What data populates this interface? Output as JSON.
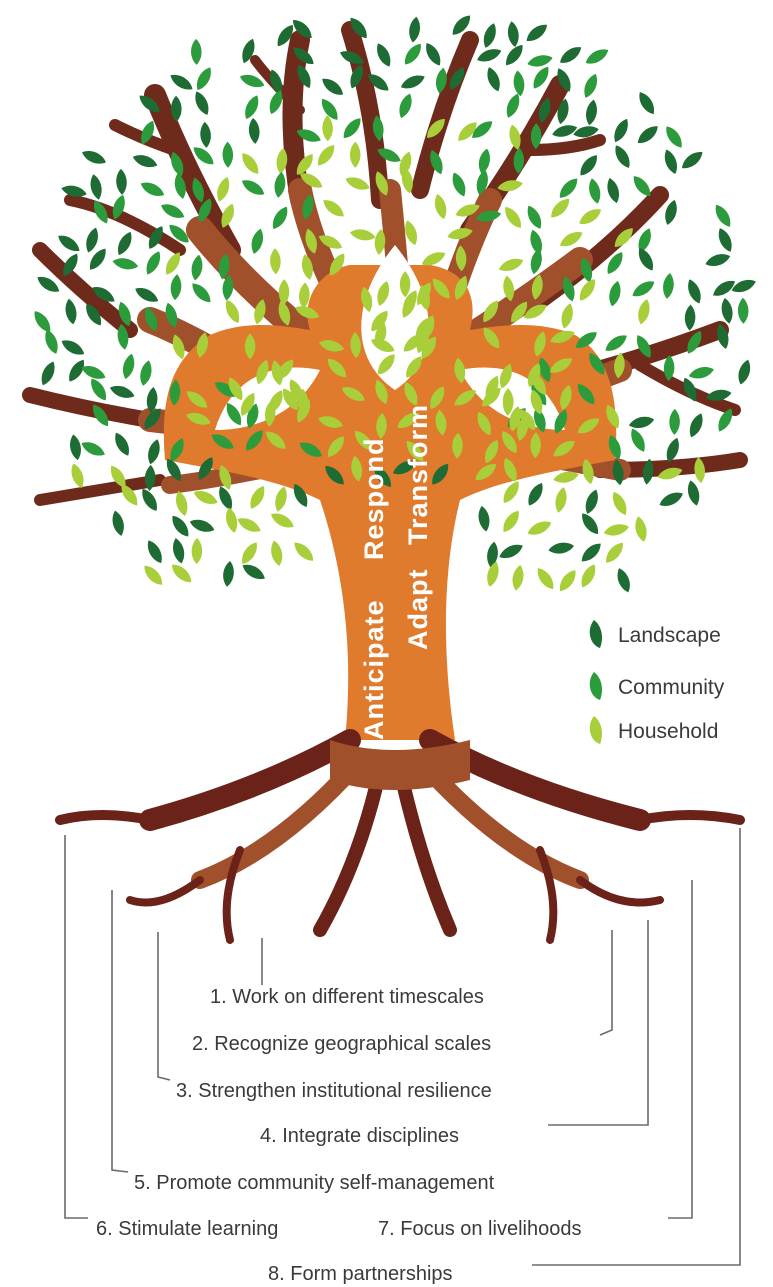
{
  "trunk_words": [
    "Anticipate",
    "Respond",
    "Adapt",
    "Transform"
  ],
  "legend": [
    {
      "label": "Landscape",
      "color": "#1e6b34"
    },
    {
      "label": "Community",
      "color": "#2c9b3c"
    },
    {
      "label": "Household",
      "color": "#a8cf3a"
    }
  ],
  "principles": [
    "1. Work on different timescales",
    "2. Recognize geographical scales",
    "3. Strengthen institutional resilience",
    "4. Integrate disciplines",
    "5. Promote community self-management",
    "6. Stimulate learning",
    "7. Focus on livelihoods",
    "8. Form partnerships"
  ],
  "colors": {
    "trunk": "#e07a2c",
    "branch_mid": "#a0502a",
    "branch_outer": "#6e2a1a",
    "root_inner": "#a0502a",
    "root_outer": "#6b2218",
    "connector": "#6b6b6b"
  }
}
